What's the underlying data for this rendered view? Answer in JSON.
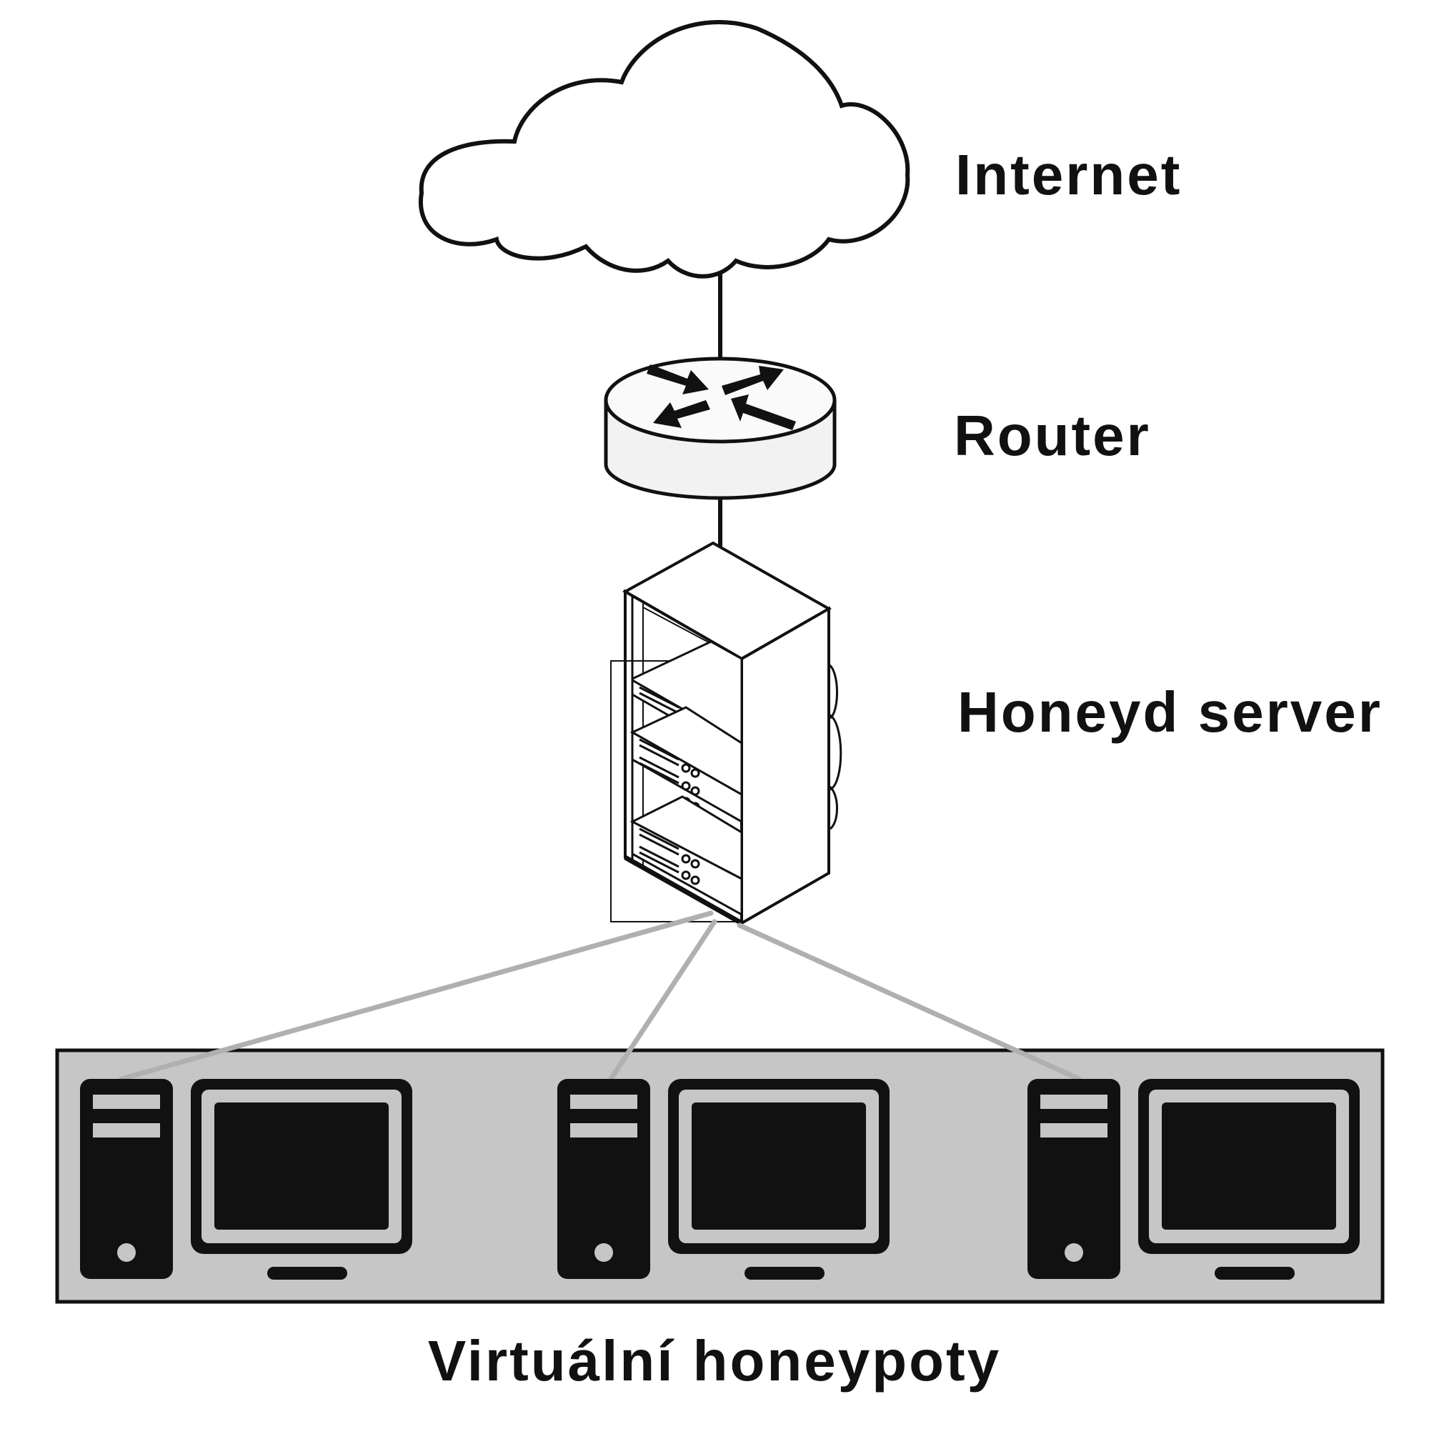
{
  "diagram": {
    "nodes": {
      "internet": {
        "label": "Internet",
        "icon": "cloud-icon"
      },
      "router": {
        "label": "Router",
        "icon": "router-icon"
      },
      "honeyd_server": {
        "label": "Honeyd server",
        "icon": "server-rack-icon"
      },
      "virtual_honeypots": {
        "label": "Virtuální honeypoty",
        "icon": "computer-icon",
        "count": 3
      }
    },
    "edges": [
      {
        "from": "internet",
        "to": "router"
      },
      {
        "from": "router",
        "to": "honeyd_server"
      },
      {
        "from": "honeyd_server",
        "to": "virtual_honeypots"
      }
    ]
  },
  "colors": {
    "stroke": "#111111",
    "panel_fill": "#c6c6c6",
    "honeypot_link": "#b0b0b0",
    "background": "#ffffff"
  }
}
